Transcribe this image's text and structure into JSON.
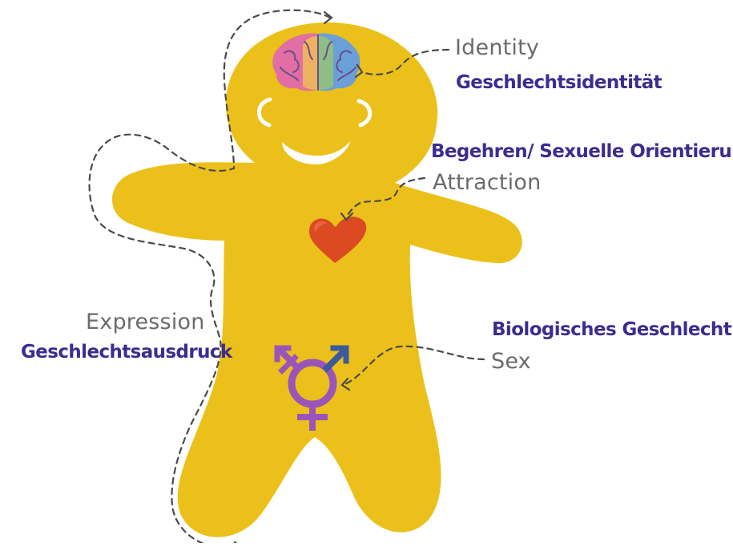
{
  "colors": {
    "body": "#ecc01a",
    "face_features": "#ffffff",
    "heart": "#dc4a22",
    "symbol": "#9a55b8",
    "symbol_arrow": "#3d5a9c",
    "english_label": "#6b6b6b",
    "german_label": "#3b2d8f",
    "dashed_lines": "#4a4a4a"
  },
  "icons": {
    "brain": "rainbow-brain-icon",
    "heart": "heart-icon",
    "symbol": "transgender-symbol-icon"
  },
  "labels": {
    "identity": {
      "en": "Identity",
      "de": "Geschlechtsidentität"
    },
    "attraction": {
      "en": "Attraction",
      "de": "Begehren/ Sexuelle Orientierung"
    },
    "sex": {
      "en": "Sex",
      "de": "Biologisches Geschlecht"
    },
    "expression": {
      "en": "Expression",
      "de": "Geschlechtsausdruck"
    }
  }
}
